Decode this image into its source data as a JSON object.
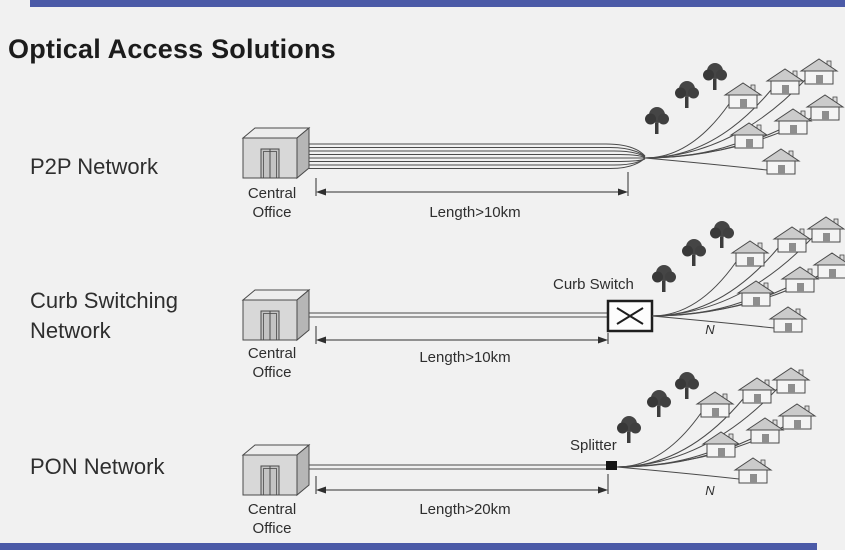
{
  "title": "Optical Access Solutions",
  "colors": {
    "accent_bar": "#4b5aa7",
    "diagram_line": "#4a4a4a",
    "background": "#f1f1f1"
  },
  "rows": [
    {
      "label": "P2P Network",
      "office_label": "Central Office",
      "length_label": "Length>10km"
    },
    {
      "label": "Curb Switching Network",
      "office_label": "Central Office",
      "length_label": "Length>10km",
      "node_label": "Curb Switch",
      "fanout_count_label": "N"
    },
    {
      "label": "PON Network",
      "office_label": "Central Office",
      "length_label": "Length>20km",
      "node_label": "Splitter",
      "fanout_count_label": "N"
    }
  ],
  "icons": {
    "central_office": "isometric-building-with-double-door",
    "house": "pitched-roof-house",
    "tree": "round-foliage-tree",
    "curb_switch": "box-with-x-cross",
    "splitter": "solid-black-block",
    "measure_arrow": "double-headed-arrow-with-end-ticks"
  }
}
